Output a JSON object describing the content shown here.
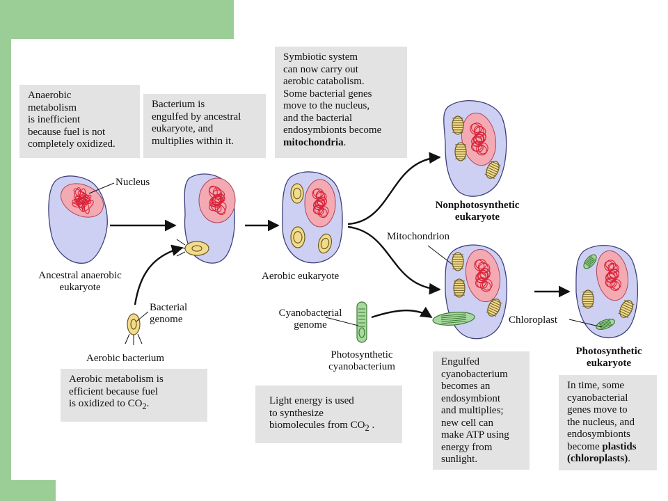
{
  "colors": {
    "accent_green": "#9bcd96",
    "box_gray": "#e3e3e3",
    "cell_fill": "#cdd0f2",
    "nucleus_fill": "#f3aab3",
    "dna_red": "#d9243a",
    "mito_fill": "#f2db8c",
    "chloro_fill": "#a8d8a0"
  },
  "boxes": {
    "anaerobic": "Anaerobic\nmetabolism\nis inefficient\nbecause fuel is not\ncompletely oxidized.",
    "engulfed": "Bacterium is\nengulfed by ancestral\neukaryote, and\nmultiplies within it.",
    "symbiotic_pre": "Symbiotic system\ncan now carry out\naerobic catabolism.\nSome bacterial genes\nmove to the nucleus,\nand the bacterial\nendosymbionts become ",
    "symbiotic_bold": "mitochondria",
    "symbiotic_post": ".",
    "aerobic_metab_pre": "Aerobic metabolism is\nefficient because fuel\nis oxidized to CO",
    "aerobic_metab_sub": "2",
    "aerobic_metab_post": ".",
    "light_pre": "Light energy is used\nto synthesize\nbiomolecules from CO",
    "light_sub": "2",
    "light_post": " .",
    "engulfed_cyano": "Engulfed\ncyanobacterium\nbecomes an\nendosymbiont\nand multiplies;\nnew cell can\nmake ATP using\nenergy from\nsunlight.",
    "in_time_pre": "In time, some\ncyanobacterial\ngenes move to\nthe nucleus, and\nendosymbionts\nbecome ",
    "in_time_bold1": "plastids",
    "in_time_bold2": "(chloroplasts)",
    "in_time_post": "."
  },
  "labels": {
    "nucleus": "Nucleus",
    "ancestral": "Ancestral anaerobic\neukaryote",
    "bacterial_genome": "Bacterial\ngenome",
    "aerobic_bacterium": "Aerobic bacterium",
    "aerobic_eukaryote": "Aerobic eukaryote",
    "cyano_genome": "Cyanobacterial\ngenome",
    "photo_cyano": "Photosynthetic\ncyanobacterium",
    "mitochondrion": "Mitochondrion",
    "chloroplast": "Chloroplast",
    "nonphoto": "Nonphotosynthetic\neukaryote",
    "photo_euk": "Photosynthetic\neukaryote"
  }
}
